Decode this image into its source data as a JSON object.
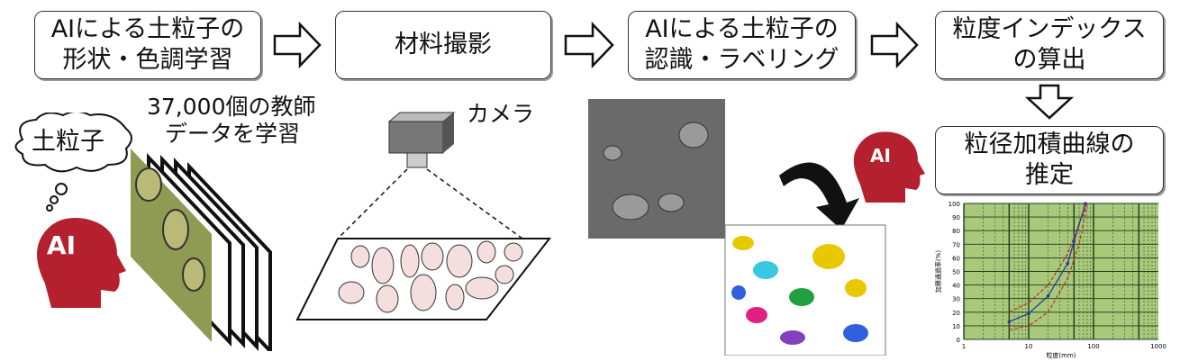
{
  "steps": [
    {
      "line1": "AIによる土粒子の",
      "line2": "形状・色調学習"
    },
    {
      "line1": "材料撮影",
      "line2": ""
    },
    {
      "line1": "AIによる土粒子の",
      "line2": "認識・ラベリング"
    },
    {
      "line1": "粒度インデックス",
      "line2": "の算出"
    },
    {
      "line1": "粒径加積曲線の",
      "line2": "推定"
    }
  ],
  "learning": {
    "thought": "土粒子",
    "caption1": "37,000個の教師",
    "caption2": "データを学習",
    "ai_badge": "AI"
  },
  "camera": {
    "label": "カメラ"
  },
  "recognition": {
    "ai_badge": "AI"
  },
  "colors": {
    "ai_red": "#b5202e",
    "chart_bg": "#a9c97a",
    "center_line": "#2a3a9a",
    "band_line": "#b83a2a"
  },
  "chart_data": {
    "type": "line",
    "title": "",
    "xlabel": "粒度(mm)",
    "ylabel": "加積通過率(%)",
    "xscale": "log",
    "xlim": [
      1,
      1000
    ],
    "ylim": [
      0,
      100
    ],
    "xticks": [
      "1",
      "10",
      "100",
      "1000"
    ],
    "yticks": [
      "0",
      "10",
      "20",
      "30",
      "40",
      "50",
      "60",
      "70",
      "80",
      "90",
      "100"
    ],
    "grid": true,
    "series": [
      {
        "name": "upper",
        "x": [
          5,
          10,
          20,
          40,
          60,
          80
        ],
        "y": [
          20,
          27,
          40,
          63,
          85,
          100
        ]
      },
      {
        "name": "center",
        "x": [
          5,
          10,
          20,
          40,
          50,
          75
        ],
        "y": [
          13,
          19,
          32,
          56,
          72,
          100
        ]
      },
      {
        "name": "lower",
        "x": [
          5,
          10,
          20,
          40,
          60,
          80
        ],
        "y": [
          7,
          10,
          20,
          45,
          70,
          100
        ]
      }
    ]
  }
}
